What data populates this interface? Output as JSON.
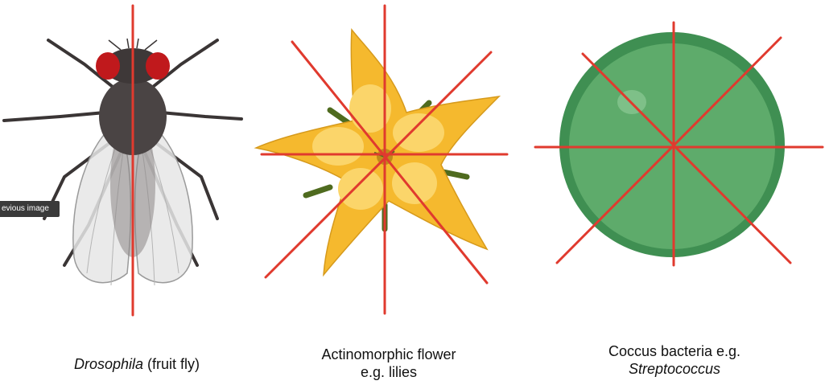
{
  "tooltip": {
    "text": "evious image"
  },
  "captions": {
    "fly": {
      "italic": "Drosophila",
      "rest": " (fruit fly)"
    },
    "flower": {
      "line1": "Actinomorphic flower",
      "line2": "e.g. lilies"
    },
    "coccus": {
      "line1": "Coccus bacteria e.g.",
      "line2": "Streptococcus"
    }
  },
  "colors": {
    "symmetry_line": "#e03a2e",
    "fly_body": "#4a4444",
    "fly_eye": "#c0191c",
    "flower_petal": "#f5b92e",
    "flower_center": "#fbd56a",
    "sepal": "#4f6b1f",
    "coccus_outer": "#3f8f52",
    "coccus_inner": "#5eab6b"
  }
}
